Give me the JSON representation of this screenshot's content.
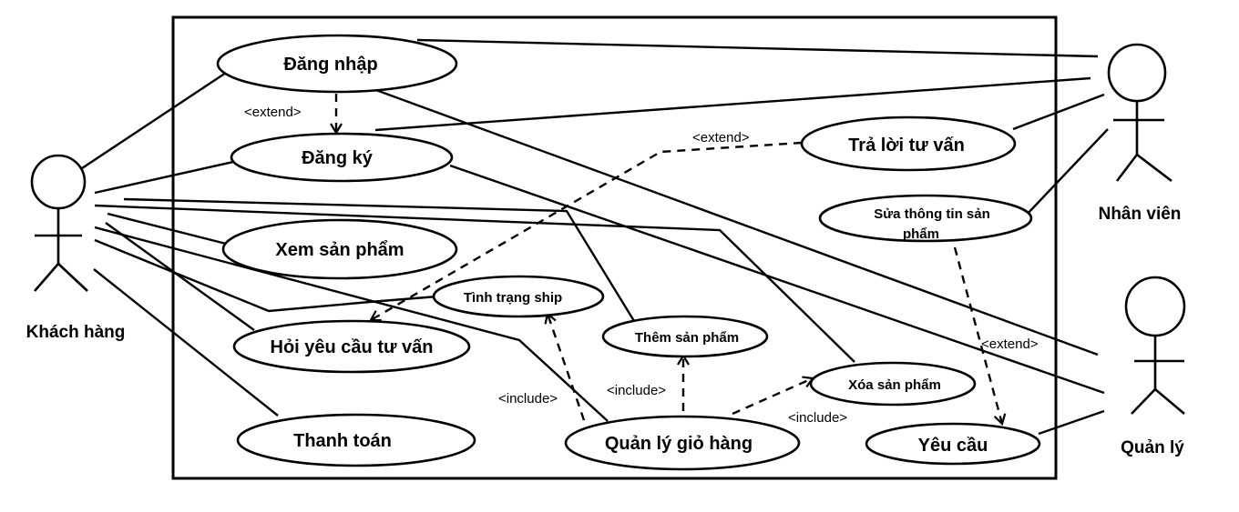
{
  "actors": {
    "customer": "Khách hàng",
    "staff": "Nhân viên",
    "manager": "Quản lý"
  },
  "use_cases": {
    "login": "Đăng nhập",
    "register": "Đăng ký",
    "view_products": "Xem sản phẩm",
    "ship_status": "Tình trạng ship",
    "ask_advice": "Hỏi yêu cầu tư vấn",
    "payment": "Thanh toán",
    "add_product": "Thêm sản phẩm",
    "cart_management": "Quản lý giỏ hàng",
    "delete_product": "Xóa sản phẩm",
    "request": "Yêu cầu",
    "answer_advice": "Trả lời tư vấn",
    "edit_product_line1": "Sửa thông tin sản",
    "edit_product_line2": "phẩm"
  },
  "relations": {
    "extend_login_register": "<extend>",
    "extend_answer": "<extend>",
    "extend_request": "<extend>",
    "include_ship": "<include>",
    "include_add": "<include>",
    "include_delete": "<include>"
  }
}
